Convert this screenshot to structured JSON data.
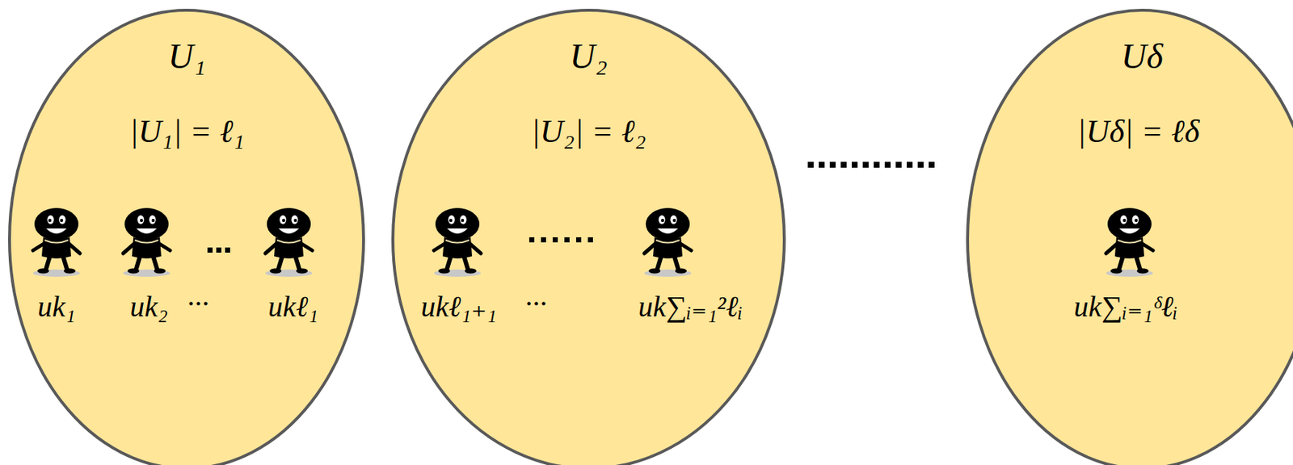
{
  "diagram": {
    "nodes": [
      {
        "text": [
          "U₁",
          "|U₁| = ℓ₁",
          "uk₁",
          "uk₂",
          "···",
          "ukℓ₁"
        ]
      },
      {
        "text": [
          "U₂",
          "|U₂| = ℓ₂",
          "ukℓ₁₊₁",
          "···",
          "uk∑ᵢ₌₁²ℓᵢ"
        ]
      },
      {
        "text": [
          "Uδ",
          "|Uδ| = ℓδ",
          "uk∑ᵢ₌₁ᵟℓᵢ"
        ]
      }
    ]
  }
}
